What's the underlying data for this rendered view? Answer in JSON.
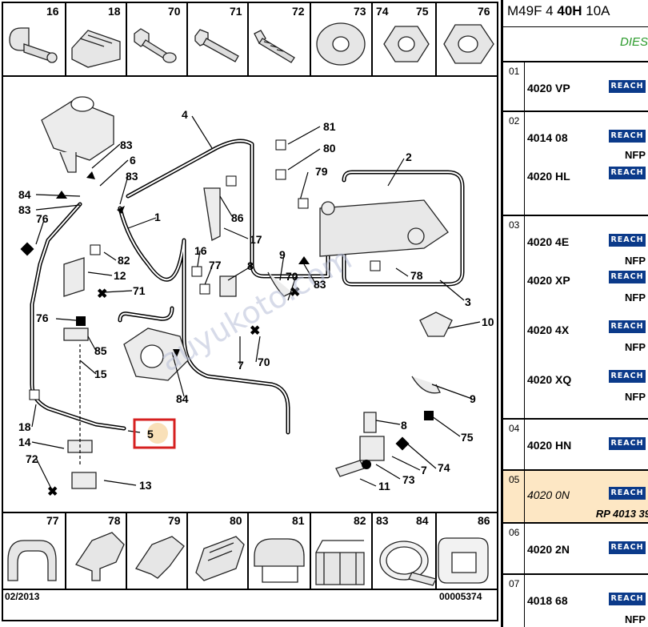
{
  "thumbs_top": [
    "16",
    "18",
    "70",
    "71",
    "72",
    "73",
    "74",
    "75",
    "76"
  ],
  "thumbs_bottom": [
    "77",
    "78",
    "79",
    "80",
    "81",
    "82",
    "83",
    "84",
    "86"
  ],
  "callouts": {
    "n4": "4",
    "n81": "81",
    "n80": "80",
    "n2": "2",
    "n83a": "83",
    "n6": "6",
    "n83b": "83",
    "n84a": "84",
    "n83c": "83",
    "n79": "79",
    "n1": "1",
    "n76a": "76",
    "n86": "86",
    "n17": "17",
    "n82": "82",
    "n12": "12",
    "n71": "71",
    "n16": "16",
    "n77": "77",
    "n8a": "8",
    "n9a": "9",
    "n70a": "70",
    "n83d": "83",
    "n78": "78",
    "n3": "3",
    "n76b": "76",
    "n85": "85",
    "n15": "15",
    "n10": "10",
    "n7a": "7",
    "n70b": "70",
    "n84b": "84",
    "n9b": "9",
    "n18": "18",
    "n5": "5",
    "n8b": "8",
    "n75": "75",
    "n14": "14",
    "n72": "72",
    "n13": "13",
    "n74": "74",
    "n7b": "7",
    "n73": "73",
    "n11": "11"
  },
  "watermark": "auyukoto.com",
  "footer": {
    "date": "02/2013",
    "code": "00005374"
  },
  "panel": {
    "title_pre": "M49F 4 ",
    "title_bold": "40H",
    "title_post": " 10A",
    "subtitle": "DIES",
    "reach_label": "REACH",
    "groups": [
      {
        "idx": "01",
        "rows": [
          {
            "code": "4020 VP",
            "reach": true,
            "nfp": ""
          }
        ]
      },
      {
        "idx": "02",
        "rows": [
          {
            "code": "4014 08",
            "reach": true,
            "nfp": "NFP"
          },
          {
            "code": "4020 HL",
            "reach": true,
            "nfp": ""
          }
        ]
      },
      {
        "idx": "03",
        "rows": [
          {
            "code": "4020 4E",
            "reach": true,
            "nfp": "NFP"
          },
          {
            "code": "4020 XP",
            "reach": true,
            "nfp": "NFP"
          },
          {
            "code": "4020 4X",
            "reach": true,
            "nfp": "NFP"
          },
          {
            "code": "4020 XQ",
            "reach": true,
            "nfp": "NFP"
          }
        ]
      },
      {
        "idx": "04",
        "rows": [
          {
            "code": "4020 HN",
            "reach": true,
            "nfp": ""
          }
        ]
      },
      {
        "idx": "05",
        "rows": [
          {
            "code": "4020 0N",
            "reach": true,
            "nfp": ""
          }
        ],
        "rp": "RP 4013 39"
      },
      {
        "idx": "06",
        "rows": [
          {
            "code": "4020 2N",
            "reach": true,
            "nfp": ""
          }
        ]
      },
      {
        "idx": "07",
        "rows": [
          {
            "code": "4018 68",
            "reach": true,
            "nfp": "NFP"
          }
        ]
      }
    ]
  }
}
